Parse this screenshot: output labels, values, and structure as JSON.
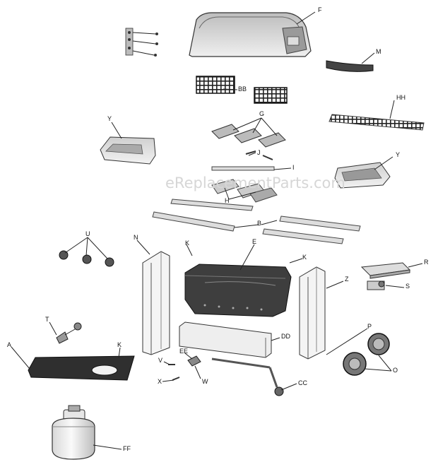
{
  "watermark": "eReplacementParts.com",
  "labels": {
    "F": "F",
    "M": "M",
    "BB": "BB",
    "HH": "HH",
    "G": "G",
    "Y_left": "Y",
    "Y_right": "Y",
    "J": "J",
    "I": "I",
    "H": "H",
    "B": "B",
    "U": "U",
    "N": "N",
    "K_top": "K",
    "E": "E",
    "K_right": "K",
    "Z": "Z",
    "R": "R",
    "S": "S",
    "T": "T",
    "A": "A",
    "K_bottom": "K",
    "DD": "DD",
    "P": "P",
    "EE": "EE",
    "V": "V",
    "X": "X",
    "W": "W",
    "CC": "CC",
    "O": "O",
    "FF": "FF"
  }
}
